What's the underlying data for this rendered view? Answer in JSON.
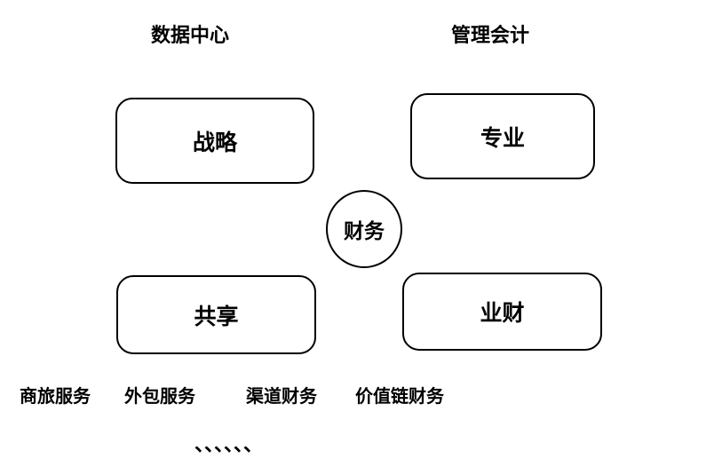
{
  "canvas": {
    "background": "#ffffff",
    "ink": "#000000"
  },
  "headers": {
    "left": "数据中心",
    "right": "管理会计"
  },
  "boxes": {
    "strategy": "战略",
    "professional": "专业",
    "shared": "共享",
    "business_finance": "业财"
  },
  "center_circle": {
    "label": "财务"
  },
  "footer_labels": [
    "商旅服务",
    "外包服务",
    "渠道财务",
    "价值链财务"
  ],
  "ellipsis": "、、、、、、"
}
